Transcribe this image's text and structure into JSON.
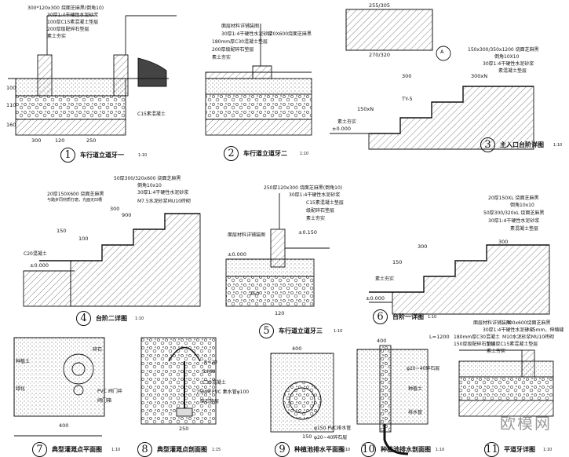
{
  "details": [
    {
      "no": "1",
      "title": "车行道立道牙一",
      "scale": "1:10",
      "notes": [
        "300*120x300 烧面芝麻黑(倒角10)",
        "30厚1:4干硬性水泥砂浆",
        "100厚C15素混凝土垫层",
        "200厚级配碎石垫层",
        "素土夯实",
        "C15素混凝土"
      ],
      "dims": [
        "300",
        "120",
        "250",
        "100",
        "110",
        "160"
      ]
    },
    {
      "no": "2",
      "title": "车行道立道牙二",
      "scale": "1:10",
      "notes": [
        "面层材料详铺装图",
        "30厚1:4干硬性水泥砂浆",
        "120X600烧面芝麻黑",
        "180mm厚C30混凝土垫层",
        "200厚级配碎石垫层",
        "素土夯实"
      ]
    },
    {
      "no": "3",
      "title": "主入口台阶详图",
      "scale": "1:10",
      "notes": [
        "255/305",
        "270/320",
        "150x300/350x1200 烧面芝麻黑",
        "倒角10X10",
        "30厚1:4干硬性水泥砂浆",
        "素混凝土垫层",
        "素土夯实"
      ],
      "dims": [
        "300",
        "300xN",
        "150xN",
        "±0.000",
        "TY-5",
        "A"
      ]
    },
    {
      "no": "4",
      "title": "台阶二详图",
      "scale": "1:10",
      "notes": [
        "50厚300/320x600 烧面芝麻黑",
        "倒角10x10",
        "30厚1:4干硬性水泥砂浆",
        "M7.5水泥砂浆MU10砖砌",
        "20厚150X600 烧面芝麻黑",
        "与踏步同材质打磨，光面无凹槽",
        "C20混凝土"
      ],
      "dims": [
        "300",
        "900",
        "±0.000",
        "150",
        "100"
      ]
    },
    {
      "no": "5",
      "title": "车行道立道牙三",
      "scale": "1:10",
      "notes": [
        "250厚120x300 烧面芝麻黑(倒角10)",
        "30厚1:4干硬性水泥砂浆",
        "C15素混凝土垫层",
        "级配碎石垫层",
        "素土夯实",
        "面层材料详铺装图"
      ],
      "dims": [
        "±0.150",
        "±0.000",
        "250",
        "120"
      ]
    },
    {
      "no": "6",
      "title": "台阶一详图",
      "scale": "1:10",
      "notes": [
        "20厚150XL 烧面芝麻黑",
        "倒角10x10",
        "50厚300/320xL 烧面芝麻黑",
        "30厚1:4干硬性水泥砂浆",
        "素混凝土垫层",
        "素土夯实"
      ],
      "dims": [
        "300",
        "150",
        "±0.000",
        "L=1200",
        "300"
      ]
    },
    {
      "no": "7",
      "title": "典型灌溉点平面图",
      "scale": "1:10",
      "notes": [
        "碎石",
        "种植土",
        "绿化",
        "PVC 阀门井",
        "阀门箱"
      ],
      "dims": [
        "400"
      ]
    },
    {
      "no": "8",
      "title": "典型灌溉点剖面图",
      "scale": "1:15",
      "notes": [
        "R=20",
        "5 MM",
        "C30混凝土",
        "75MM PVC 集水管φ100",
        "碎石垫层"
      ],
      "dims": [
        "250"
      ]
    },
    {
      "no": "9",
      "title": "种植池排水平面图",
      "scale": "1:10",
      "notes": [
        "φ150 PVC排水管",
        "φ20~40碎石层"
      ],
      "dims": [
        "400",
        "150"
      ]
    },
    {
      "no": "10",
      "title": "种植池排水剖面图",
      "scale": "1:10",
      "notes": [
        "φ20~40碎石层",
        "种植土",
        "排水管"
      ],
      "dims": [
        "400"
      ]
    },
    {
      "no": "11",
      "title": "平道牙详图",
      "scale": "1:10",
      "notes": [
        "面层材料详铺装图",
        "300x600烧面芝麻黑",
        "30厚1:4干硬性水泥砂浆",
        "M10水泥砂浆MU10砖砌",
        "100厚C15素混凝土垫层",
        "180mm厚C30混凝土",
        "150厚级配碎石垫层",
        "3~5mm，伸缩缝",
        "素土夯实"
      ]
    }
  ],
  "watermark": "欧模网"
}
